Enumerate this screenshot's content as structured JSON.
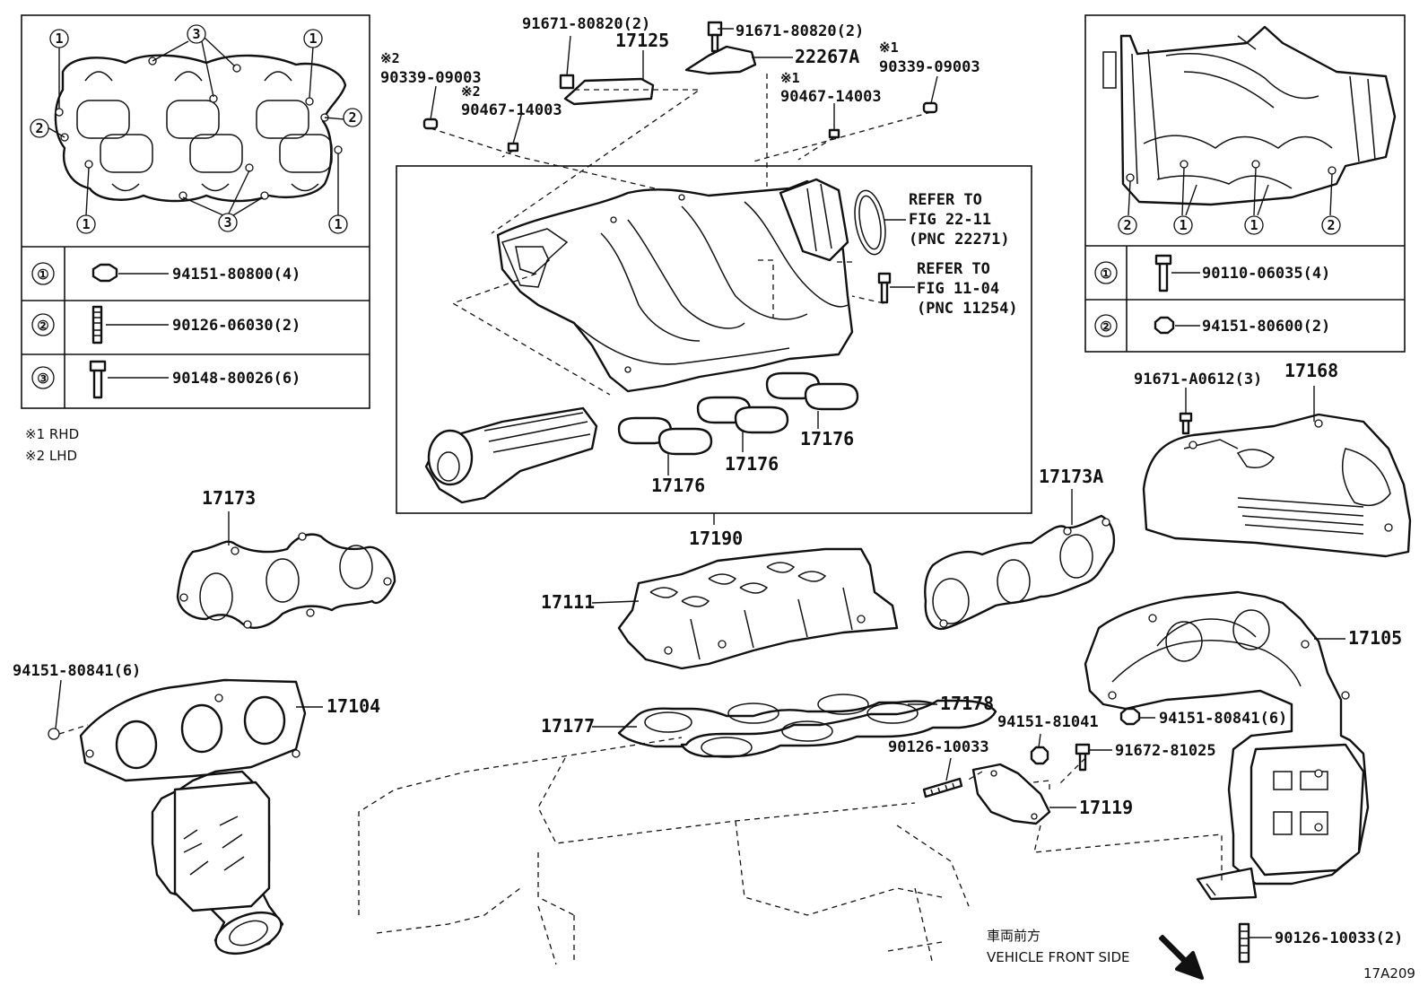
{
  "left_legend": {
    "rows": [
      {
        "key": "①",
        "part_no": "94151-80800(4)"
      },
      {
        "key": "②",
        "part_no": "90126-06030(2)"
      },
      {
        "key": "③",
        "part_no": "90148-80026(6)"
      }
    ],
    "notes": [
      "※1 RHD",
      "※2 LHD"
    ]
  },
  "right_legend": {
    "rows": [
      {
        "key": "①",
        "part_no": "90110-06035(4)"
      },
      {
        "key": "②",
        "part_no": "94151-80600(2)"
      }
    ]
  },
  "callouts": {
    "c_9167180820a": "91671-80820(2)",
    "c_9167180820b": "91671-80820(2)",
    "c_17125": "17125",
    "c_22267a": "22267A",
    "c_m2_top": "※2",
    "c_9033909003a": "90339-09003",
    "c_m2_mid": "※2",
    "c_9046714003a": "90467-14003",
    "c_m1_top": "※1",
    "c_9033909003b": "90339-09003",
    "c_m1_mid": "※1",
    "c_9046714003b": "90467-14003",
    "refer1": [
      "REFER TO",
      "FIG 22-11",
      "(PNC 22271)"
    ],
    "refer2": [
      "REFER TO",
      "FIG 11-04",
      "(PNC 11254)"
    ],
    "c_17176a": "17176",
    "c_17176b": "17176",
    "c_17176c": "17176",
    "c_17190": "17190",
    "c_9167100612": "91671-A0612(3)",
    "c_17168": "17168",
    "c_17173": "17173",
    "c_17173a": "17173A",
    "c_17111": "17111",
    "c_17105": "17105",
    "c_9415180841a": "94151-80841(6)",
    "c_17104": "17104",
    "c_17178": "17178",
    "c_17177": "17177",
    "c_9415181041": "94151-81041",
    "c_9415180841b": "94151-80841(6)",
    "c_9012610033a": "90126-10033",
    "c_9167281025": "91672-81025",
    "c_17119": "17119",
    "c_9012610033b": "90126-10033(2)"
  },
  "circle_keys": {
    "one": "1",
    "two": "2",
    "three": "3"
  },
  "footer": {
    "direction_jp": "車両前方",
    "direction_en": "VEHICLE FRONT SIDE",
    "figure_code": "17A209"
  }
}
